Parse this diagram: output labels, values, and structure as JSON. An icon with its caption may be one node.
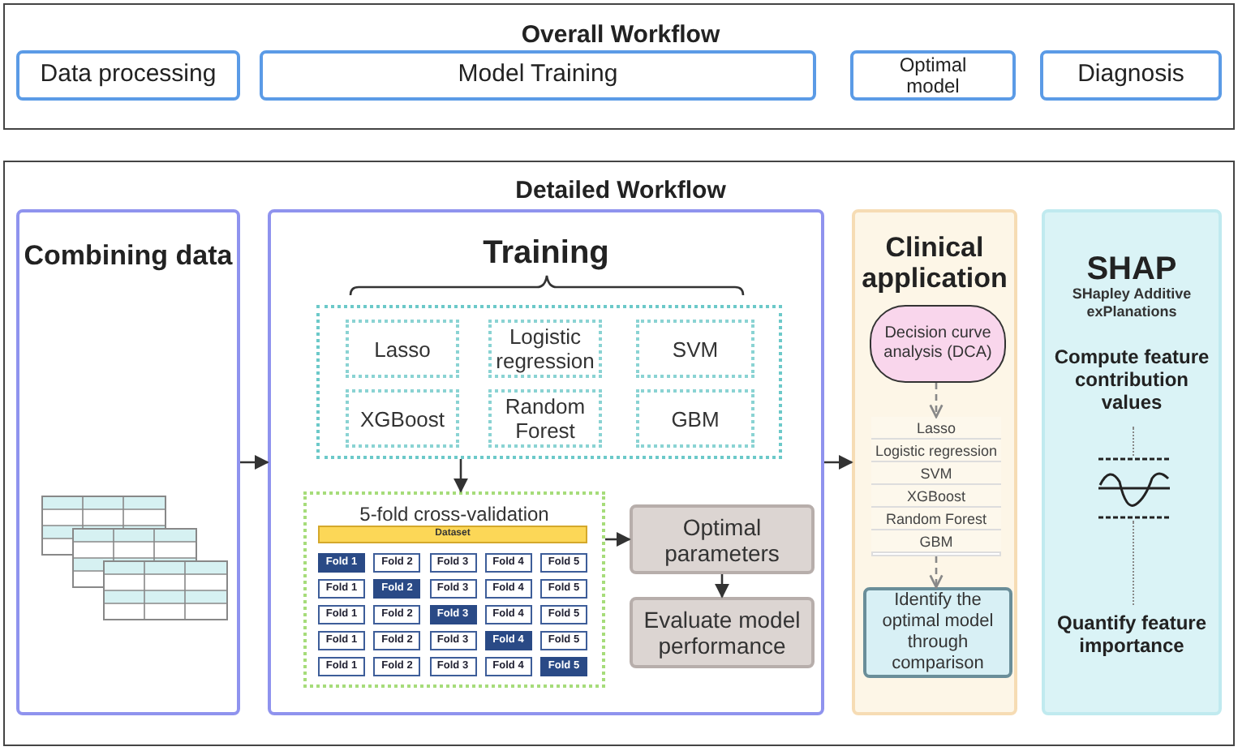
{
  "diagram": {
    "nodes": [
      {
        "text": [
          "Overall Workflow"
        ]
      },
      {
        "text": [
          "Data processing"
        ],
        "in": 0
      },
      {
        "text": [
          "Model Training"
        ],
        "in": 0
      },
      {
        "text": [
          "Optimal model"
        ],
        "in": 0
      },
      {
        "text": [
          "Diagnosis"
        ],
        "in": 0
      },
      {
        "text": [
          "Detailed Workflow"
        ]
      },
      {
        "text": [
          "Combining data"
        ],
        "in": 5
      },
      {
        "text": [
          "Training"
        ],
        "in": 5
      },
      {
        "text": [
          "Clinical application"
        ],
        "in": 5
      },
      {
        "text": [
          "SHAP",
          "SHapley Additive exPlanations",
          "Compute feature contribution values",
          "Quantify feature importance"
        ],
        "in": 5
      },
      {
        "text": [],
        "shape": "box",
        "in": 7
      },
      {
        "text": [
          "Lasso"
        ],
        "in": 10
      },
      {
        "text": [
          "Logistic regression"
        ],
        "in": 10
      },
      {
        "text": [
          "SVM"
        ],
        "in": 10
      },
      {
        "text": [
          "XGBoost"
        ],
        "in": 10
      },
      {
        "text": [
          "Random Forest"
        ],
        "in": 10
      },
      {
        "text": [
          "GBM"
        ],
        "in": 10
      },
      {
        "text": [
          "5-fold cross-validation"
        ],
        "in": 7
      },
      {
        "text": [
          "Dataset"
        ],
        "in": 17
      },
      {
        "text": [
          "Fold 1"
        ],
        "in": 17
      },
      {
        "text": [
          "Fold 2"
        ],
        "in": 17
      },
      {
        "text": [
          "Fold 3"
        ],
        "in": 17
      },
      {
        "text": [
          "Fold 4"
        ],
        "in": 17
      },
      {
        "text": [
          "Fold 5"
        ],
        "in": 17
      },
      {
        "text": [
          "Fold 1"
        ],
        "in": 17
      },
      {
        "text": [
          "Fold 2"
        ],
        "in": 17
      },
      {
        "text": [
          "Fold 3"
        ],
        "in": 17
      },
      {
        "text": [
          "Fold 4"
        ],
        "in": 17
      },
      {
        "text": [
          "Fold 5"
        ],
        "in": 17
      },
      {
        "text": [
          "Fold 1"
        ],
        "in": 17
      },
      {
        "text": [
          "Fold 2"
        ],
        "in": 17
      },
      {
        "text": [
          "Fold 3"
        ],
        "in": 17
      },
      {
        "text": [
          "Fold 4"
        ],
        "in": 17
      },
      {
        "text": [
          "Fold 5"
        ],
        "in": 17
      },
      {
        "text": [
          "Fold 1"
        ],
        "in": 17
      },
      {
        "text": [
          "Fold 2"
        ],
        "in": 17
      },
      {
        "text": [
          "Fold 3"
        ],
        "in": 17
      },
      {
        "text": [
          "Fold 4"
        ],
        "in": 17
      },
      {
        "text": [
          "Fold 5"
        ],
        "in": 17
      },
      {
        "text": [
          "Fold 1"
        ],
        "in": 17
      },
      {
        "text": [
          "Fold 2"
        ],
        "in": 17
      },
      {
        "text": [
          "Fold 3"
        ],
        "in": 17
      },
      {
        "text": [
          "Fold 4"
        ],
        "in": 17
      },
      {
        "text": [
          "Fold 5"
        ],
        "in": 17
      },
      {
        "text": [
          "Optimal parameters"
        ],
        "in": 7
      },
      {
        "text": [
          "Evaluate model performance"
        ],
        "in": 7
      },
      {
        "text": [
          "Decision curve analysis (DCA)"
        ],
        "in": 8
      },
      {
        "text": [],
        "shape": "box",
        "in": 8
      },
      {
        "text": [
          "Lasso"
        ],
        "in": 47
      },
      {
        "text": [
          "Logistic regression"
        ],
        "in": 47
      },
      {
        "text": [
          "SVM"
        ],
        "in": 47
      },
      {
        "text": [
          "XGBoost"
        ],
        "in": 47
      },
      {
        "text": [
          "Random Forest"
        ],
        "in": 47
      },
      {
        "text": [
          "GBM"
        ],
        "in": 47
      },
      {
        "text": [
          "Identify the optimal model through comparison"
        ],
        "in": 8
      }
    ],
    "edges": [
      {
        "from": 6,
        "to": 7,
        "arrow": "to"
      },
      {
        "from": 7,
        "to": 8,
        "arrow": "to"
      },
      {
        "from": 10,
        "to": 17,
        "arrow": "to"
      },
      {
        "from": 17,
        "to": 44,
        "arrow": "to"
      },
      {
        "from": 44,
        "to": 45,
        "arrow": "to"
      },
      {
        "from": 46,
        "to": 47,
        "arrow": "to",
        "style": "dashed",
        "color": "#888888"
      },
      {
        "from": 47,
        "to": 54,
        "arrow": "to",
        "style": "dashed",
        "color": "#888888"
      }
    ]
  }
}
